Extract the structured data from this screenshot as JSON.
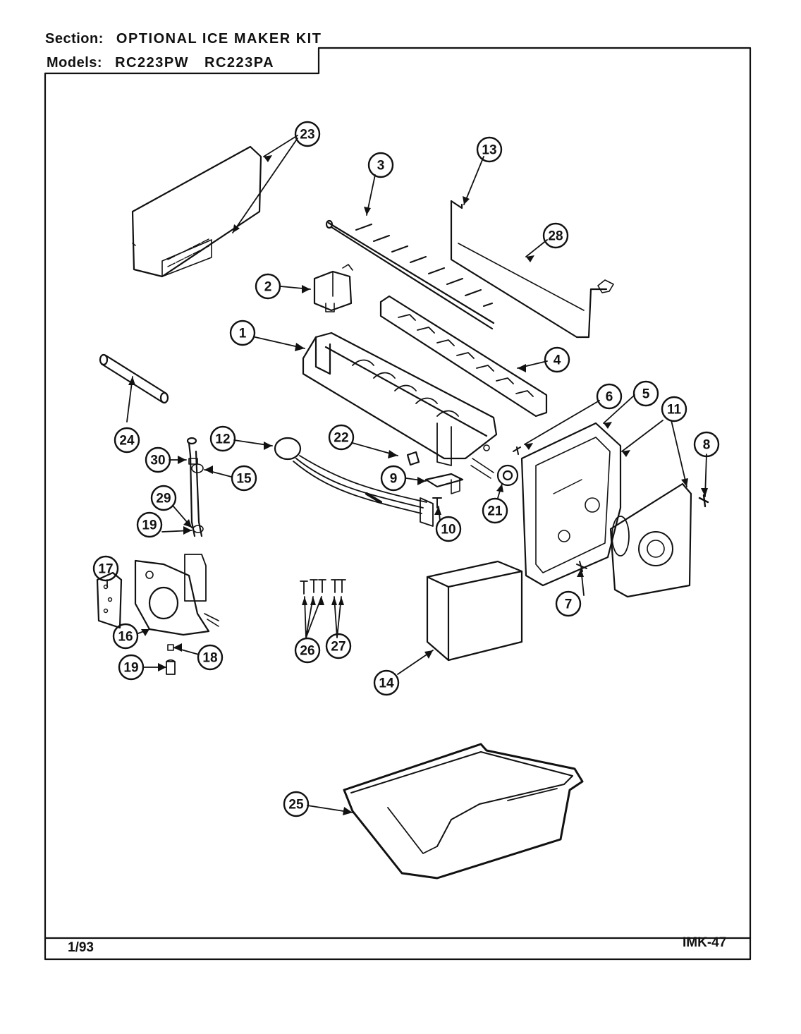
{
  "header": {
    "section_label": "Section:",
    "section_value": "OPTIONAL ICE MAKER KIT",
    "models_label": "Models:",
    "models_value_1": "RC223PW",
    "models_value_2": "RC223PA"
  },
  "footer": {
    "date": "1/93",
    "code": "IMK-47"
  },
  "callouts": [
    "1",
    "2",
    "3",
    "4",
    "5",
    "6",
    "7",
    "8",
    "9",
    "10",
    "11",
    "12",
    "13",
    "14",
    "15",
    "16",
    "17",
    "18",
    "19",
    "21",
    "22",
    "23",
    "24",
    "25",
    "26",
    "27",
    "28",
    "29",
    "30",
    "19"
  ]
}
